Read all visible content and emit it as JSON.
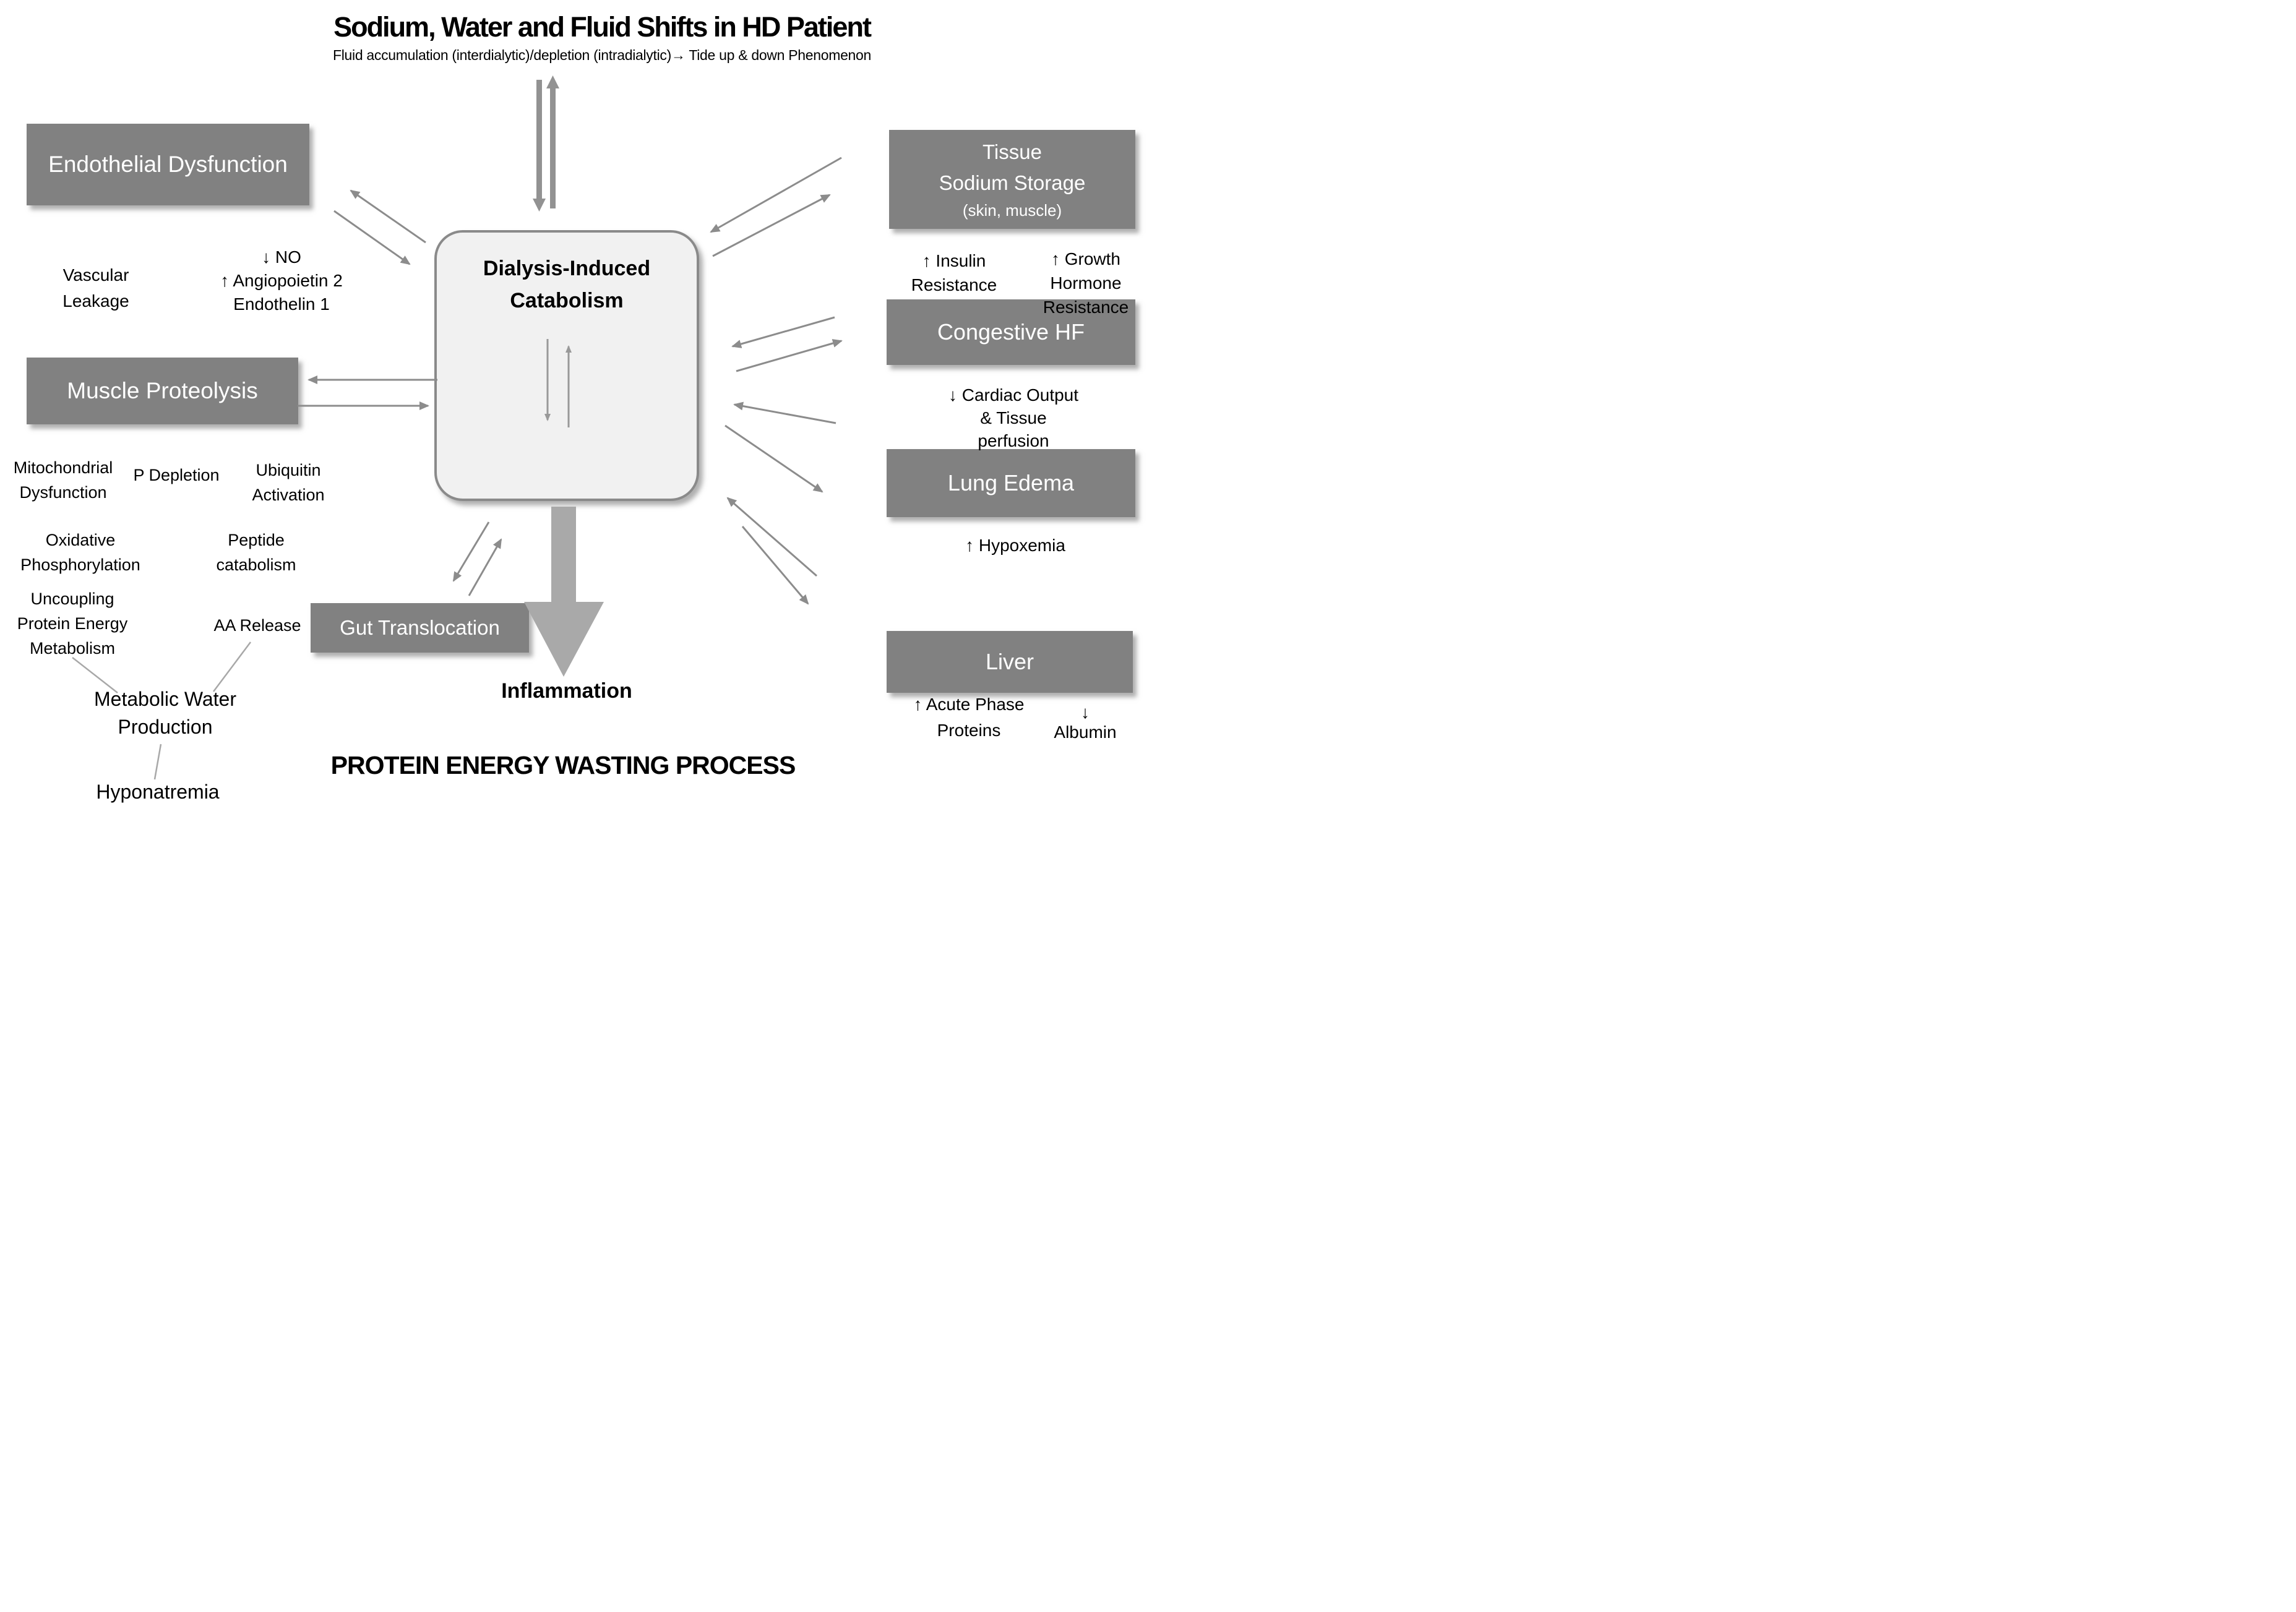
{
  "title": "Sodium, Water and Fluid Shifts in HD Patient",
  "subtitle": "Fluid accumulation (interdialytic)/depletion (intradialytic)→ Tide up & down Phenomenon",
  "center_box": {
    "line1": "Dialysis-Induced",
    "line2": "Catabolism",
    "line3": "Inflammation"
  },
  "boxes": {
    "endothelial": "Endothelial Dysfunction",
    "muscle": "Muscle Proteolysis",
    "gut": "Gut Translocation",
    "tissue_line1": "Tissue",
    "tissue_line2": "Sodium Storage",
    "tissue_line3": "(skin, muscle)",
    "chf": "Congestive HF",
    "lung": "Lung Edema",
    "liver": "Liver"
  },
  "labels": {
    "vascular_leakage": "Vascular\nLeakage",
    "endothelial_mediators": "↓ NO\n↑ Angiopoietin 2\nEndothelin 1",
    "mitochondrial": "Mitochondrial\nDysfunction",
    "p_depletion": "P Depletion",
    "ubiquitin": "Ubiquitin\nActivation",
    "oxidative": "Oxidative\nPhosphorylation",
    "peptide": "Peptide\ncatabolism",
    "uncoupling": "Uncoupling\nProtein Energy\nMetabolism",
    "aa_release": "AA Release",
    "metabolic_water": "Metabolic Water\nProduction",
    "hyponatremia": "Hyponatremia",
    "insulin": "↑ Insulin\nResistance",
    "growth_hormone": "↑ Growth Hormone\nResistance",
    "cardiac_output": "↓ Cardiac Output\n& Tissue perfusion",
    "hypoxemia": "↑ Hypoxemia",
    "acute_phase": "↑ Acute Phase\nProteins",
    "albumin": "↓ Albumin"
  },
  "footer": {
    "process": "PROTEIN ENERGY WASTING PROCESS"
  },
  "colors": {
    "box_fill": "#818181",
    "box_text": "#ffffff",
    "center_fill": "#f1f1f1",
    "center_border": "#8a8a8a",
    "thin_arrow": "#8c8c8c",
    "thick_arrow": "#929292",
    "big_arrow": "#a9a9a9",
    "connector": "#a8a8a8",
    "text": "#000000"
  }
}
